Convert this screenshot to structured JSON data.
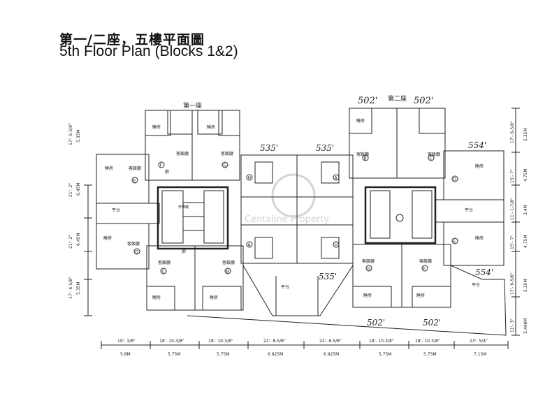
{
  "title": {
    "zh": "第一/二座，五樓平面圖",
    "en": "5th Floor Plan (Blocks 1&2)"
  },
  "blocks": {
    "block1": "第一座",
    "block2": "第二座"
  },
  "room_labels": {
    "bedroom": "睡房",
    "living": "客飯廳",
    "kitchen": "廚",
    "terrace": "平台",
    "lift": "升降機"
  },
  "unit_letters": [
    "A",
    "B",
    "C",
    "D",
    "E",
    "F",
    "G",
    "H"
  ],
  "flat_sizes": [
    "502'",
    "502'",
    "535'",
    "535'",
    "554'",
    "554'",
    "535'",
    "502'",
    "502'"
  ],
  "watermark": "Centaline Property",
  "bottom_dims": [
    {
      "imperial": "19'- 3/8\"",
      "metric": "5.8M"
    },
    {
      "imperial": "18'- 10-3/8\"",
      "metric": "5.75M"
    },
    {
      "imperial": "18'- 10-3/8\"",
      "metric": "5.75M"
    },
    {
      "imperial": "22'- 8-5/8\"",
      "metric": "6.925M"
    },
    {
      "imperial": "22'- 8-5/8\"",
      "metric": "6.925M"
    },
    {
      "imperial": "18'- 10-3/8\"",
      "metric": "5.75M"
    },
    {
      "imperial": "18'- 10-3/8\"",
      "metric": "5.75M"
    },
    {
      "imperial": "23'- 5/4\"",
      "metric": "7.15M"
    }
  ],
  "left_dims": [
    {
      "imperial": "17'- 6-5/8\"",
      "metric": "5.35M"
    },
    {
      "imperial": "21'- 2\"",
      "metric": "6.45M"
    },
    {
      "imperial": "21'- 2\"",
      "metric": "6.45M"
    },
    {
      "imperial": "17'- 6-5/8\"",
      "metric": "5.35M"
    }
  ],
  "right_dims": [
    {
      "imperial": "17'- 6-5/8\"",
      "metric": "5.35M"
    },
    {
      "imperial": "15'- 7\"",
      "metric": "4.75M"
    },
    {
      "imperial": "11'- 1-7/8\"",
      "metric": "3.4M"
    },
    {
      "imperial": "15'- 7\"",
      "metric": "4.75M"
    },
    {
      "imperial": "17'- 6-5/8\"",
      "metric": "5.35M"
    },
    {
      "imperial": "11'- 3\"",
      "metric": "3.448M"
    }
  ]
}
